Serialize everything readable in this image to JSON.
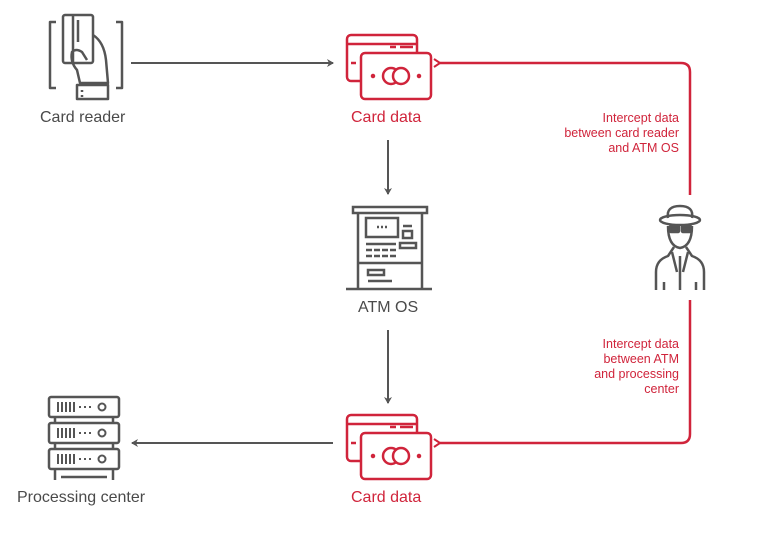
{
  "colors": {
    "primary": "#555555",
    "accent": "#d0243b"
  },
  "nodes": {
    "card_reader": {
      "label": "Card reader",
      "icon": "hand-card-reader-icon"
    },
    "card_data_top": {
      "label": "Card data",
      "icon": "credit-card-icon"
    },
    "atm_os": {
      "label": "ATM OS",
      "icon": "atm-icon"
    },
    "card_data_bottom": {
      "label": "Card data",
      "icon": "credit-card-icon"
    },
    "processing_center": {
      "label": "Processing center",
      "icon": "server-rack-icon"
    },
    "attacker": {
      "label": "",
      "icon": "spy-hacker-icon"
    }
  },
  "annotations": {
    "intercept_top": [
      "Intercept data",
      "between card reader",
      "and ATM OS"
    ],
    "intercept_bottom": [
      "Intercept data",
      "between ATM",
      "and processing",
      "center"
    ]
  },
  "edges": [
    {
      "from": "card_reader",
      "to": "card_data_top",
      "style": "gray"
    },
    {
      "from": "card_data_top",
      "to": "atm_os",
      "style": "gray"
    },
    {
      "from": "atm_os",
      "to": "card_data_bottom",
      "style": "gray"
    },
    {
      "from": "card_data_bottom",
      "to": "processing_center",
      "style": "gray"
    },
    {
      "from": "attacker",
      "to": "card_data_top",
      "style": "red"
    },
    {
      "from": "attacker",
      "to": "card_data_bottom",
      "style": "red"
    }
  ]
}
